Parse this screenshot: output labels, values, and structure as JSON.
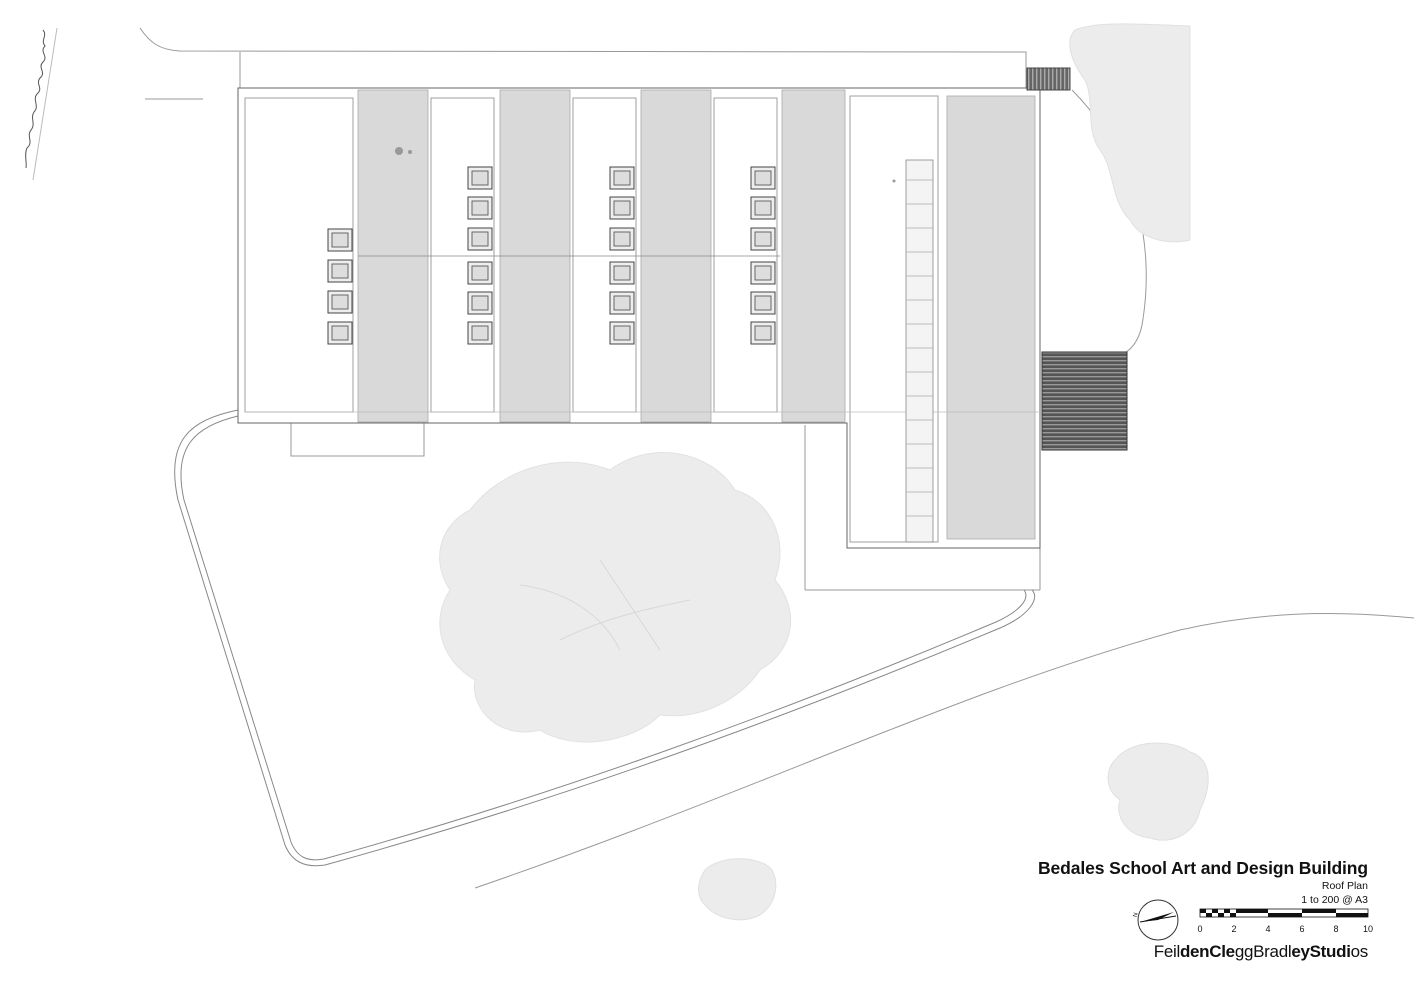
{
  "drawing": {
    "title": "Bedales School Art and Design Building",
    "subtitle": "Roof Plan",
    "scale_note": "1 to 200 @ A3",
    "scale_bar_ticks": [
      "0",
      "2",
      "4",
      "6",
      "8",
      "10"
    ]
  },
  "logo": {
    "parts": [
      {
        "text": "Feil",
        "bold": false
      },
      {
        "text": "den",
        "bold": true
      },
      {
        "text": "Cle",
        "bold": true
      },
      {
        "text": "gg",
        "bold": false
      },
      {
        "text": "Bradl",
        "bold": false
      },
      {
        "text": "ey",
        "bold": true
      },
      {
        "text": "Studi",
        "bold": true
      },
      {
        "text": "os",
        "bold": false
      }
    ]
  },
  "north_arrow": {
    "label": "N"
  },
  "colors": {
    "roof_band": "#d9d9d9",
    "tree": "#ececec",
    "line": "#777777",
    "text": "#111111"
  }
}
